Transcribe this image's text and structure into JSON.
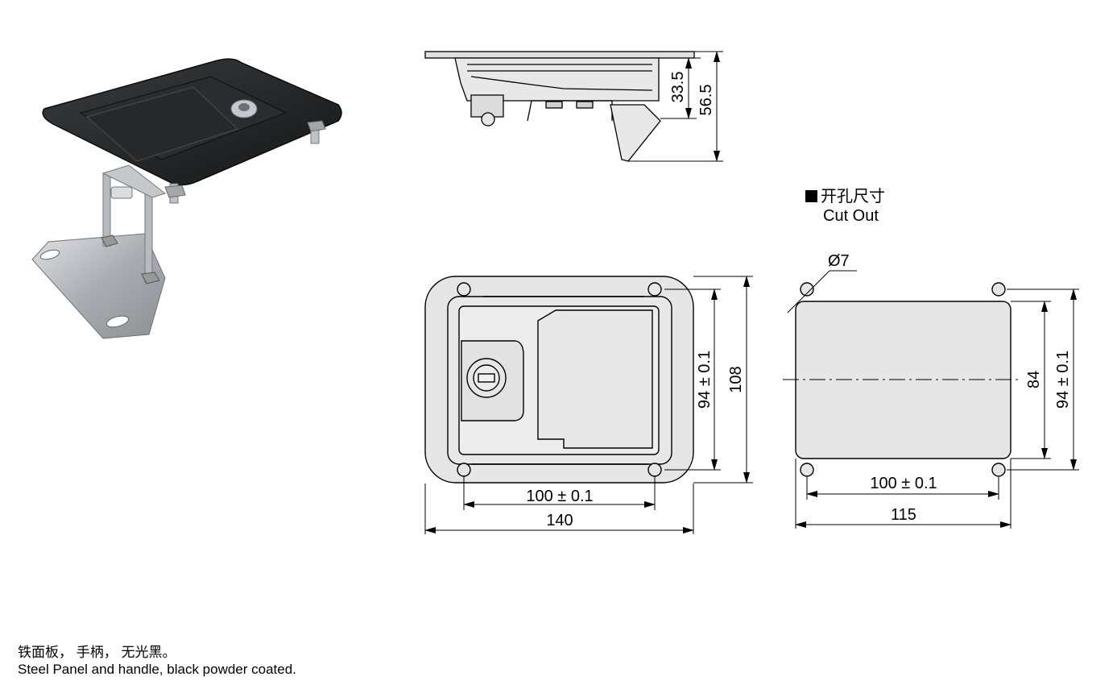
{
  "caption": {
    "chinese": "铁面板， 手柄， 无光黑。",
    "english": "Steel Panel and handle, black powder coated."
  },
  "cutout": {
    "title_cn": "开孔尺寸",
    "title_en": "Cut Out",
    "hole_dia": "Ø7",
    "width_holes": "100 ± 0.1",
    "width_total": "115",
    "height_inner": "84",
    "height_holes": "94 ± 0.1"
  },
  "front_view": {
    "height_holes": "94 ± 0.1",
    "height_total": "108",
    "width_holes": "100 ± 0.1",
    "width_total": "140"
  },
  "side_view": {
    "depth_body": "33.5",
    "depth_total": "56.5"
  },
  "colors": {
    "panel_black": "#1d1f21",
    "steel": "#b9bcbf",
    "drawing_fill": "#e6e6e6"
  }
}
